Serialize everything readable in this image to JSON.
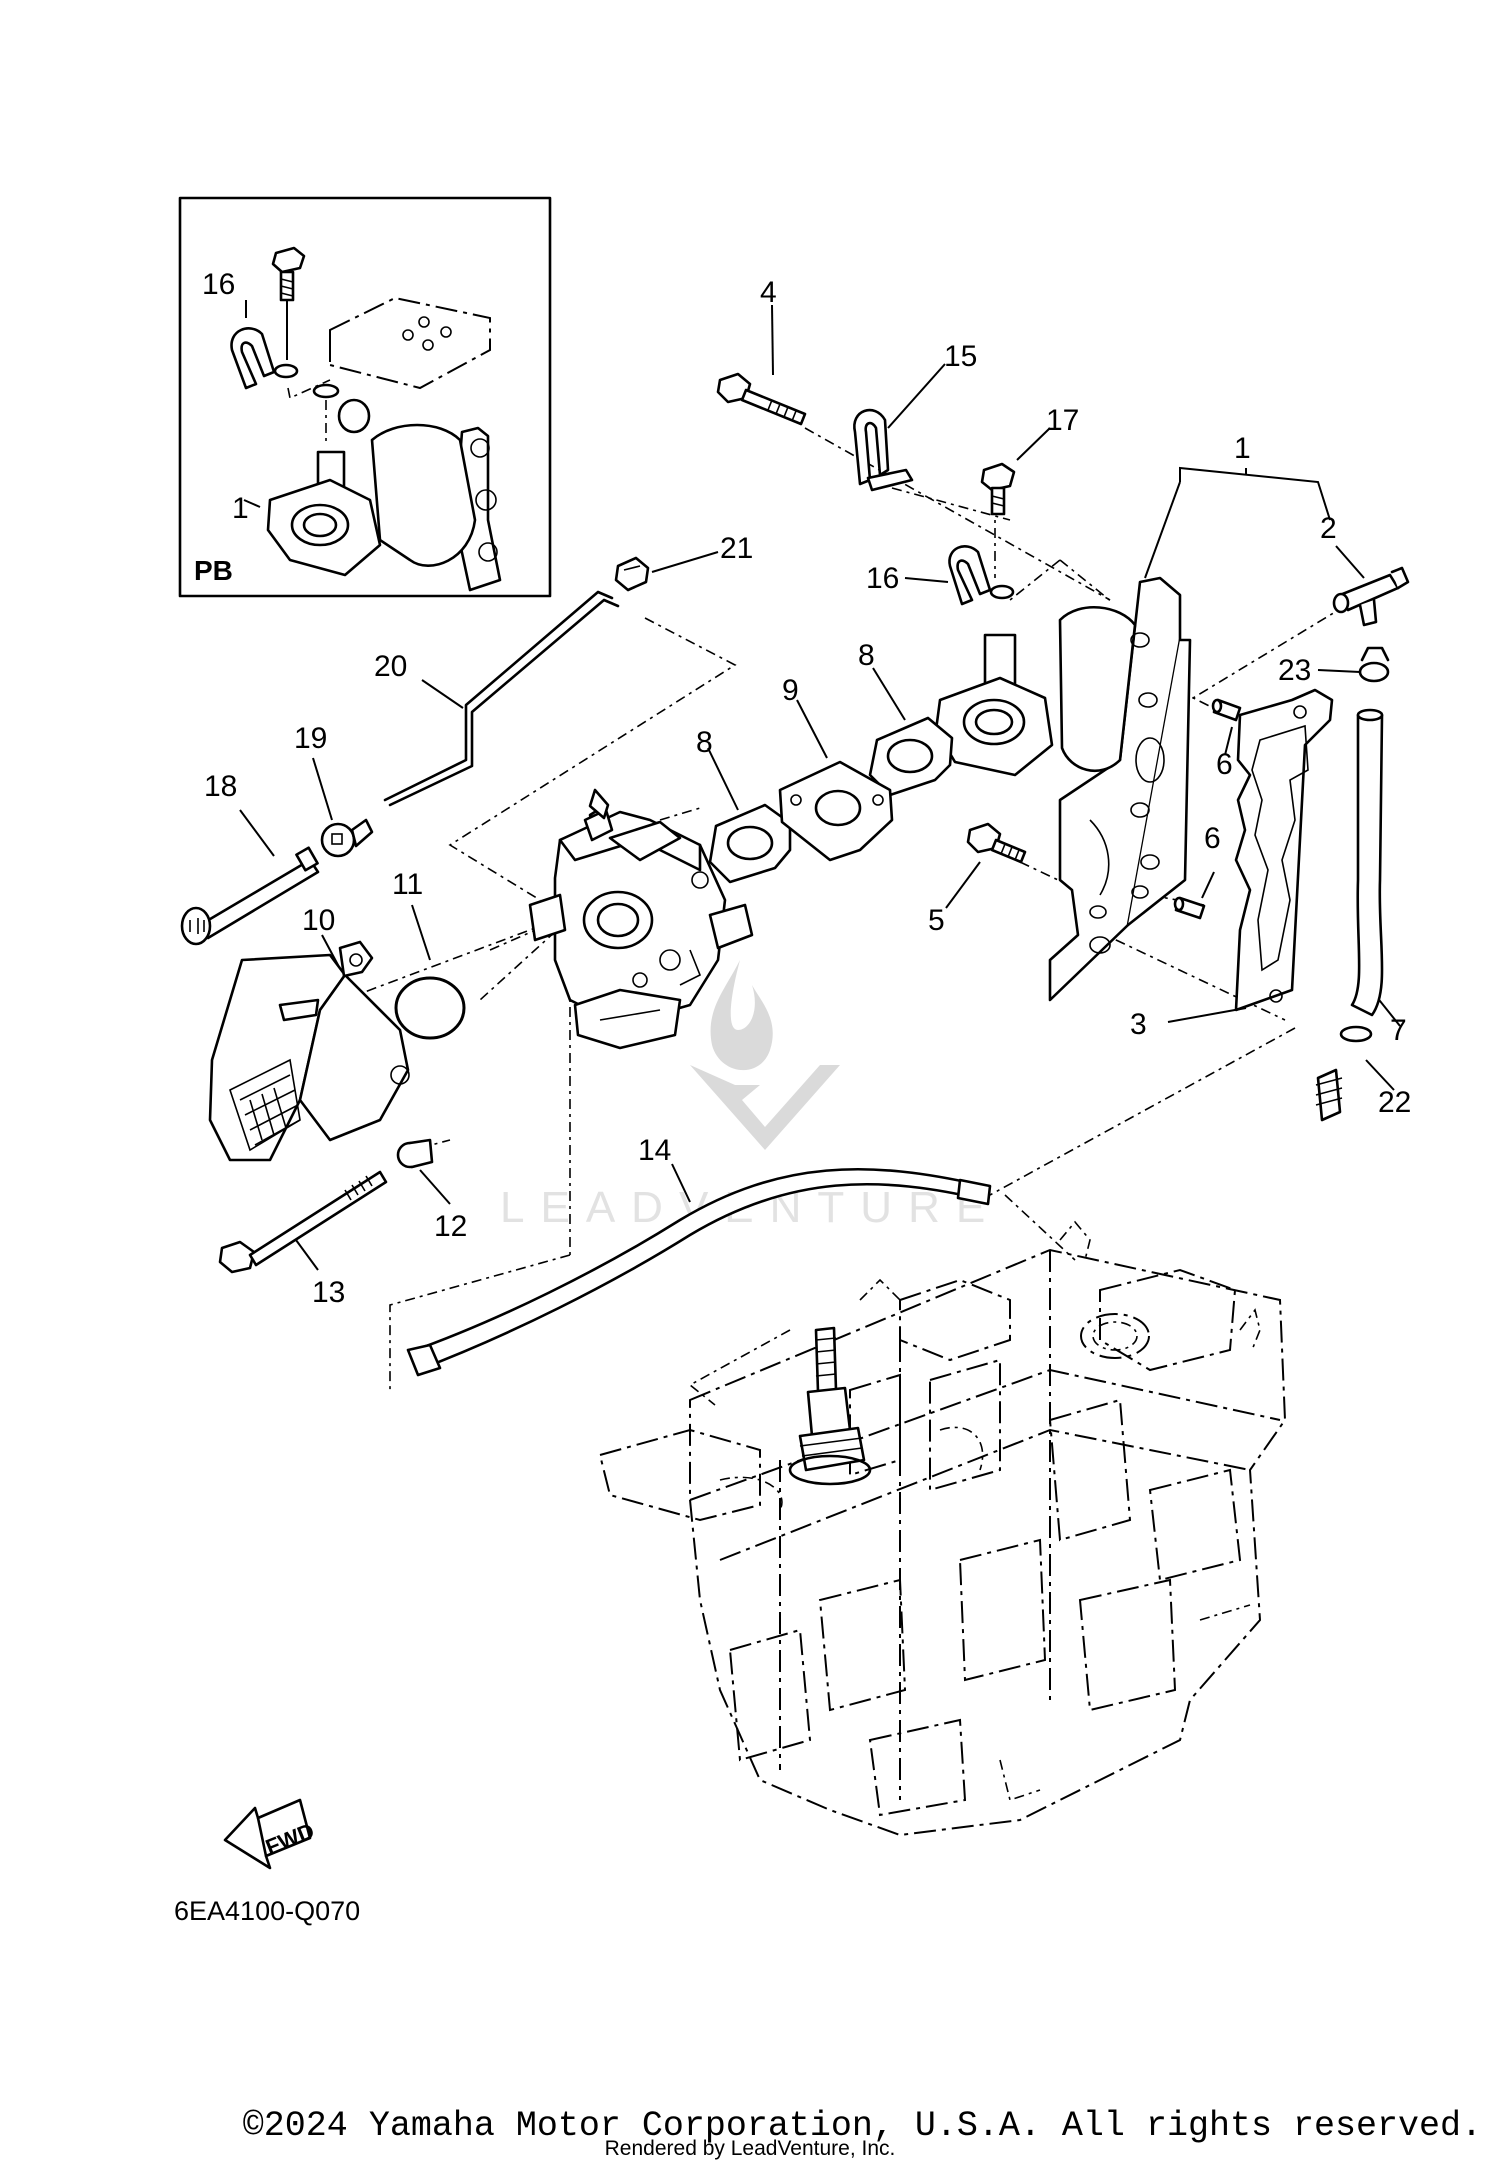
{
  "diagram": {
    "part_code": "6EA4100-Q070",
    "inset_label": "PB",
    "fwd_label": "FWD",
    "watermark_text": "LEADVENTURE",
    "callouts": {
      "c1": "1",
      "c1b": "1",
      "c2": "2",
      "c3": "3",
      "c4": "4",
      "c5": "5",
      "c6a": "6",
      "c6b": "6",
      "c7": "7",
      "c8a": "8",
      "c8b": "8",
      "c9": "9",
      "c10": "10",
      "c11": "11",
      "c12": "12",
      "c13": "13",
      "c14": "14",
      "c15": "15",
      "c16": "16",
      "c16b": "16",
      "c17": "17",
      "c18": "18",
      "c19": "19",
      "c20": "20",
      "c21": "21",
      "c22": "22",
      "c23": "23"
    }
  },
  "footer": {
    "copyright": "©2024 Yamaha Motor Corporation, U.S.A. All rights reserved.",
    "rendered_by": "Rendered by LeadVenture, Inc."
  }
}
